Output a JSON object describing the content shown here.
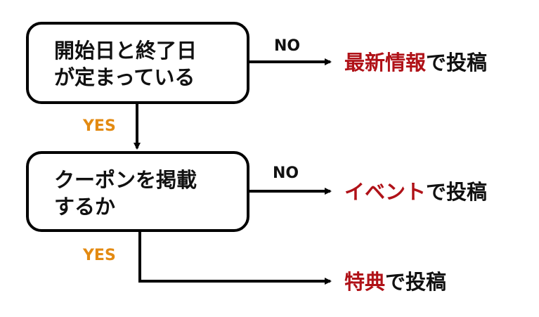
{
  "nodes": {
    "q1": {
      "line1": "開始日と終了日",
      "line2": "が定まっている"
    },
    "q2": {
      "line1": "クーポンを掲載",
      "line2": "するか"
    }
  },
  "edges": {
    "q1_no": "NO",
    "q1_yes": "YES",
    "q2_no": "NO",
    "q2_yes": "YES"
  },
  "outcomes": {
    "news": {
      "highlight": "最新情報",
      "rest": "で投稿"
    },
    "event": {
      "highlight": "イベント",
      "rest": "で投稿"
    },
    "offer": {
      "highlight": "特典",
      "rest": "で投稿"
    }
  },
  "colors": {
    "yes_label": "#e38a12",
    "highlight": "#b01218",
    "stroke": "#000000"
  }
}
